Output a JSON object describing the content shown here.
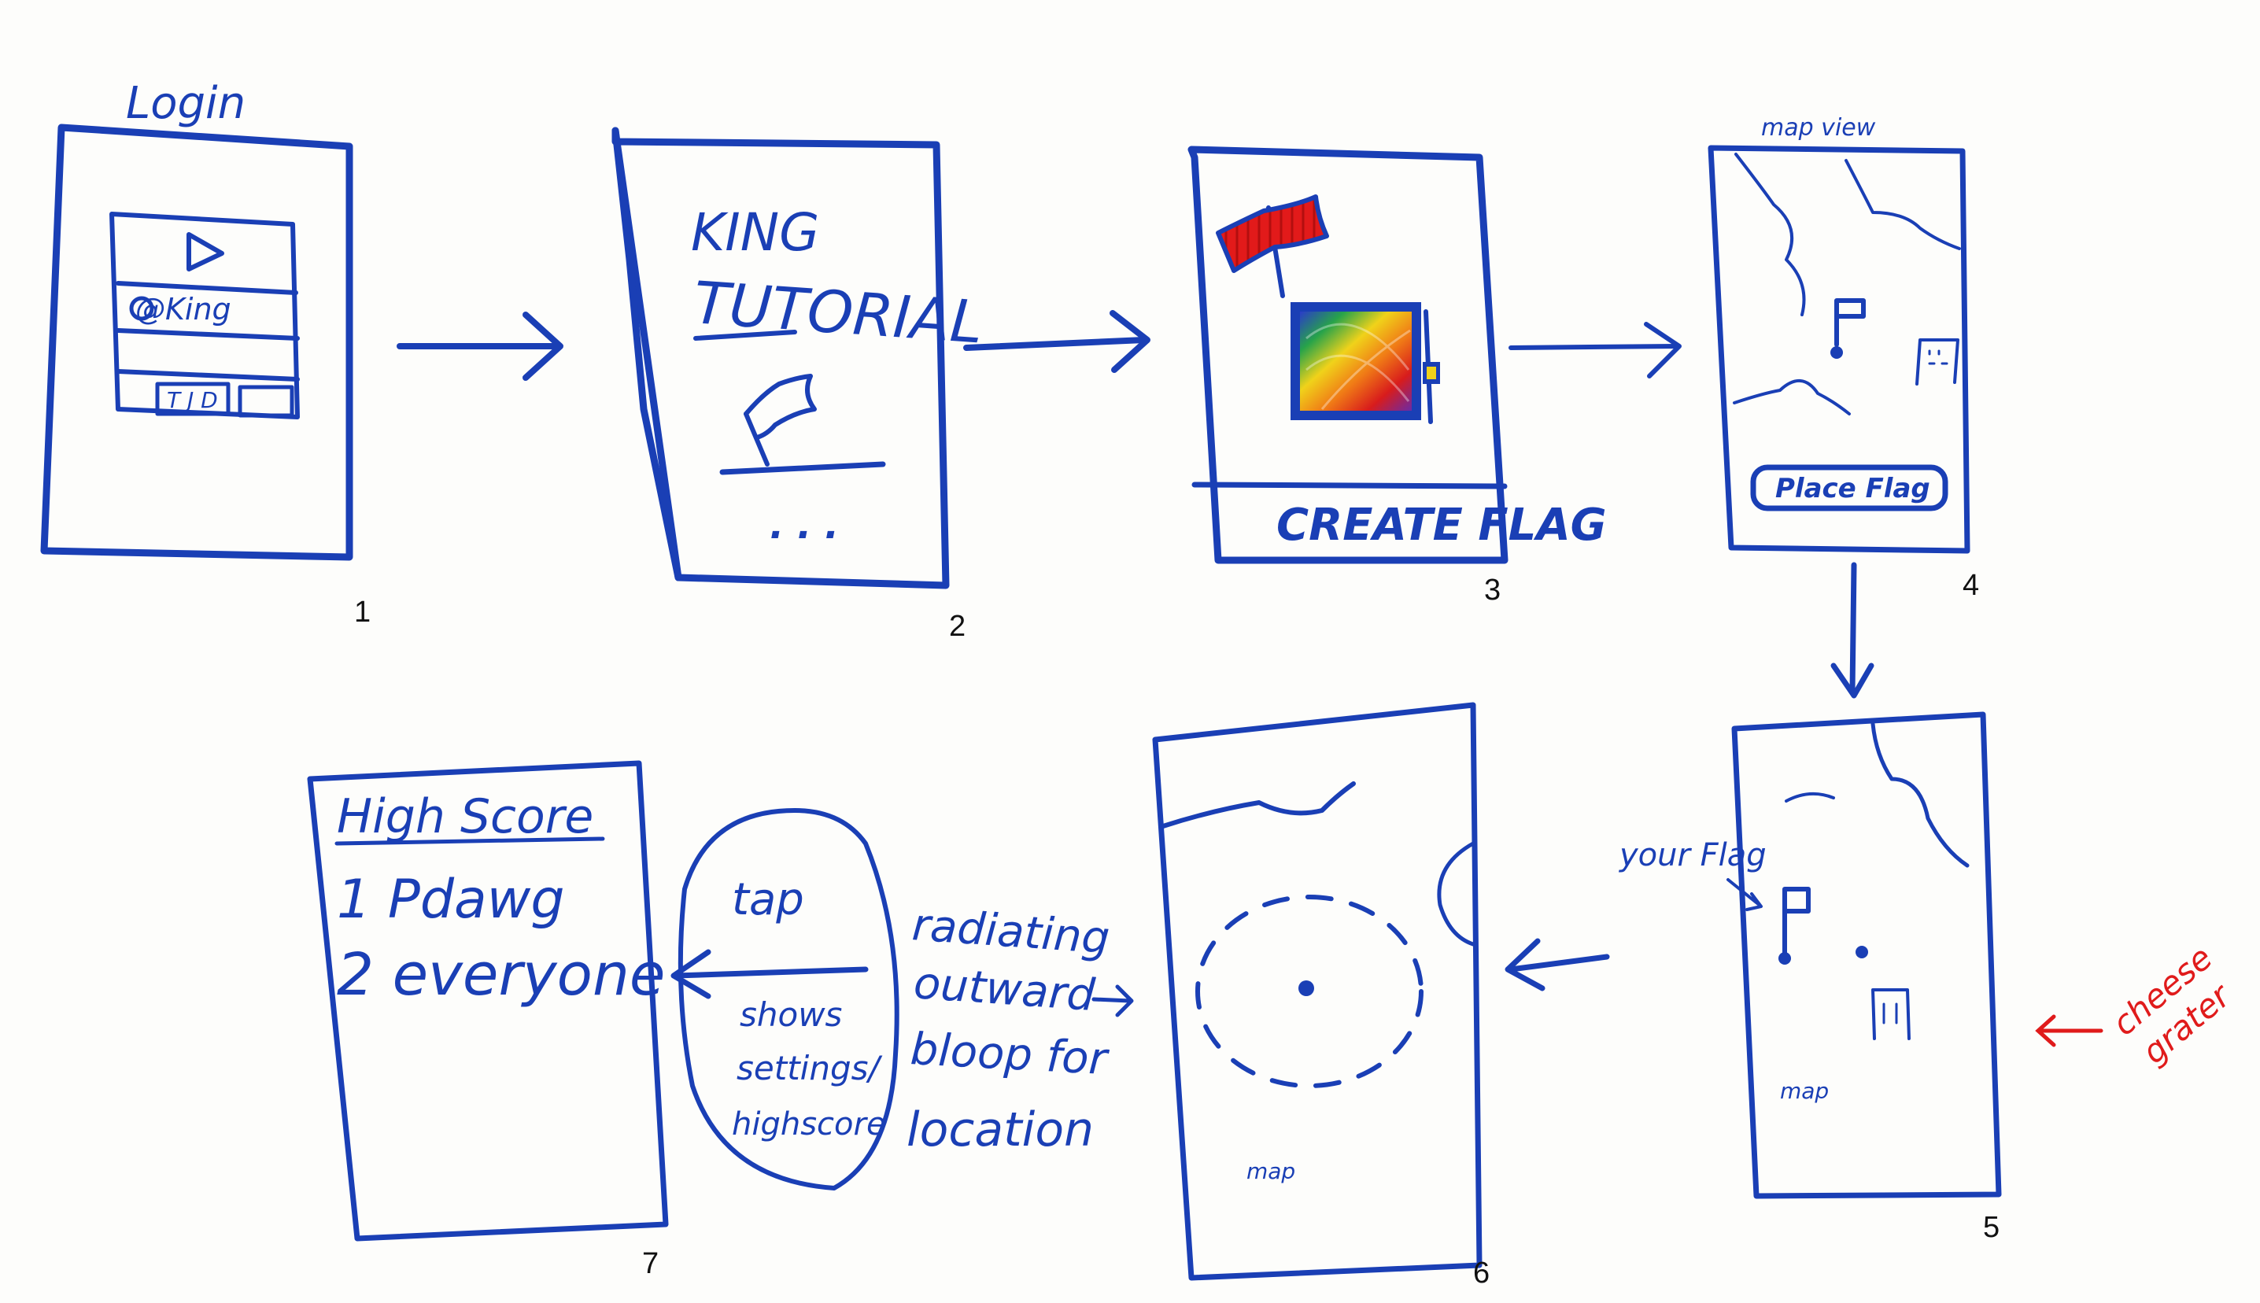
{
  "colors": {
    "ink": "#1a3fb5",
    "red": "#e01b1b",
    "paper": "#fdfdfb"
  },
  "frames": [
    {
      "number": "1",
      "title": "Login",
      "logo_icon": "play-triangle-icon",
      "field_label": "@King",
      "buttons": "T J  D"
    },
    {
      "number": "2",
      "title_line1": "KING",
      "title_line2": "TUTORIAL",
      "icon": "flag-icon",
      "ellipsis": ". . ."
    },
    {
      "number": "3",
      "icon": "flag-icon",
      "picker": "color-picker-gradient",
      "button": "CREATE FLAG"
    },
    {
      "number": "4",
      "title": "map view",
      "icon": "flag-pin-icon",
      "button": "Place Flag"
    },
    {
      "number": "5",
      "label": "map",
      "annotation": "your Flag"
    },
    {
      "number": "6",
      "label": "map"
    },
    {
      "number": "7",
      "title": "High Score",
      "rows": [
        "1 Pdawg",
        "2 everyone"
      ]
    }
  ],
  "annotations": {
    "radiating_line1": "radiating",
    "radiating_line2": "outward",
    "radiating_line3": "bloop for",
    "radiating_line4": "location",
    "tap": "tap",
    "shows_line1": "shows",
    "shows_line2": "settings/",
    "shows_line3": "highscore",
    "cheese_line1": "cheese",
    "cheese_line2": "grater"
  }
}
